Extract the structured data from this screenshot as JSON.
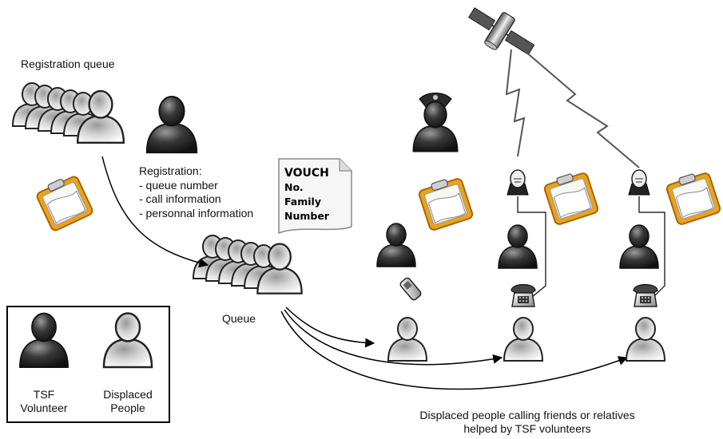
{
  "labels": {
    "registration_queue": "Registration queue",
    "queue": "Queue",
    "registration_title": "Registration:",
    "registration_items": [
      "- queue number",
      "- call information",
      "- personnal information"
    ],
    "caption_line1": "Displaced people calling friends or relatives",
    "caption_line2": "helped by TSF volunteers"
  },
  "voucher": {
    "line1": "VOUCH",
    "line2": "No.",
    "line3": "Family",
    "line4": "Number"
  },
  "legend": {
    "volunteer_line1": "TSF",
    "volunteer_line2": "Volunteer",
    "displaced_line1": "Displaced",
    "displaced_line2": "People"
  },
  "icons": {
    "volunteer": "dark-person-icon",
    "displaced": "light-person-icon",
    "clipboard": "clipboard-icon",
    "satellite": "satellite-icon",
    "terminal": "satellite-terminal-icon",
    "telephone": "desk-telephone-icon",
    "mobile": "mobile-phone-icon",
    "police_cap": "police-cap-icon"
  },
  "colors": {
    "dark_person": "#2a2a2a",
    "light_person": "#e6e6e6",
    "clipboard_frame": "#e39a14",
    "line": "#000000"
  }
}
